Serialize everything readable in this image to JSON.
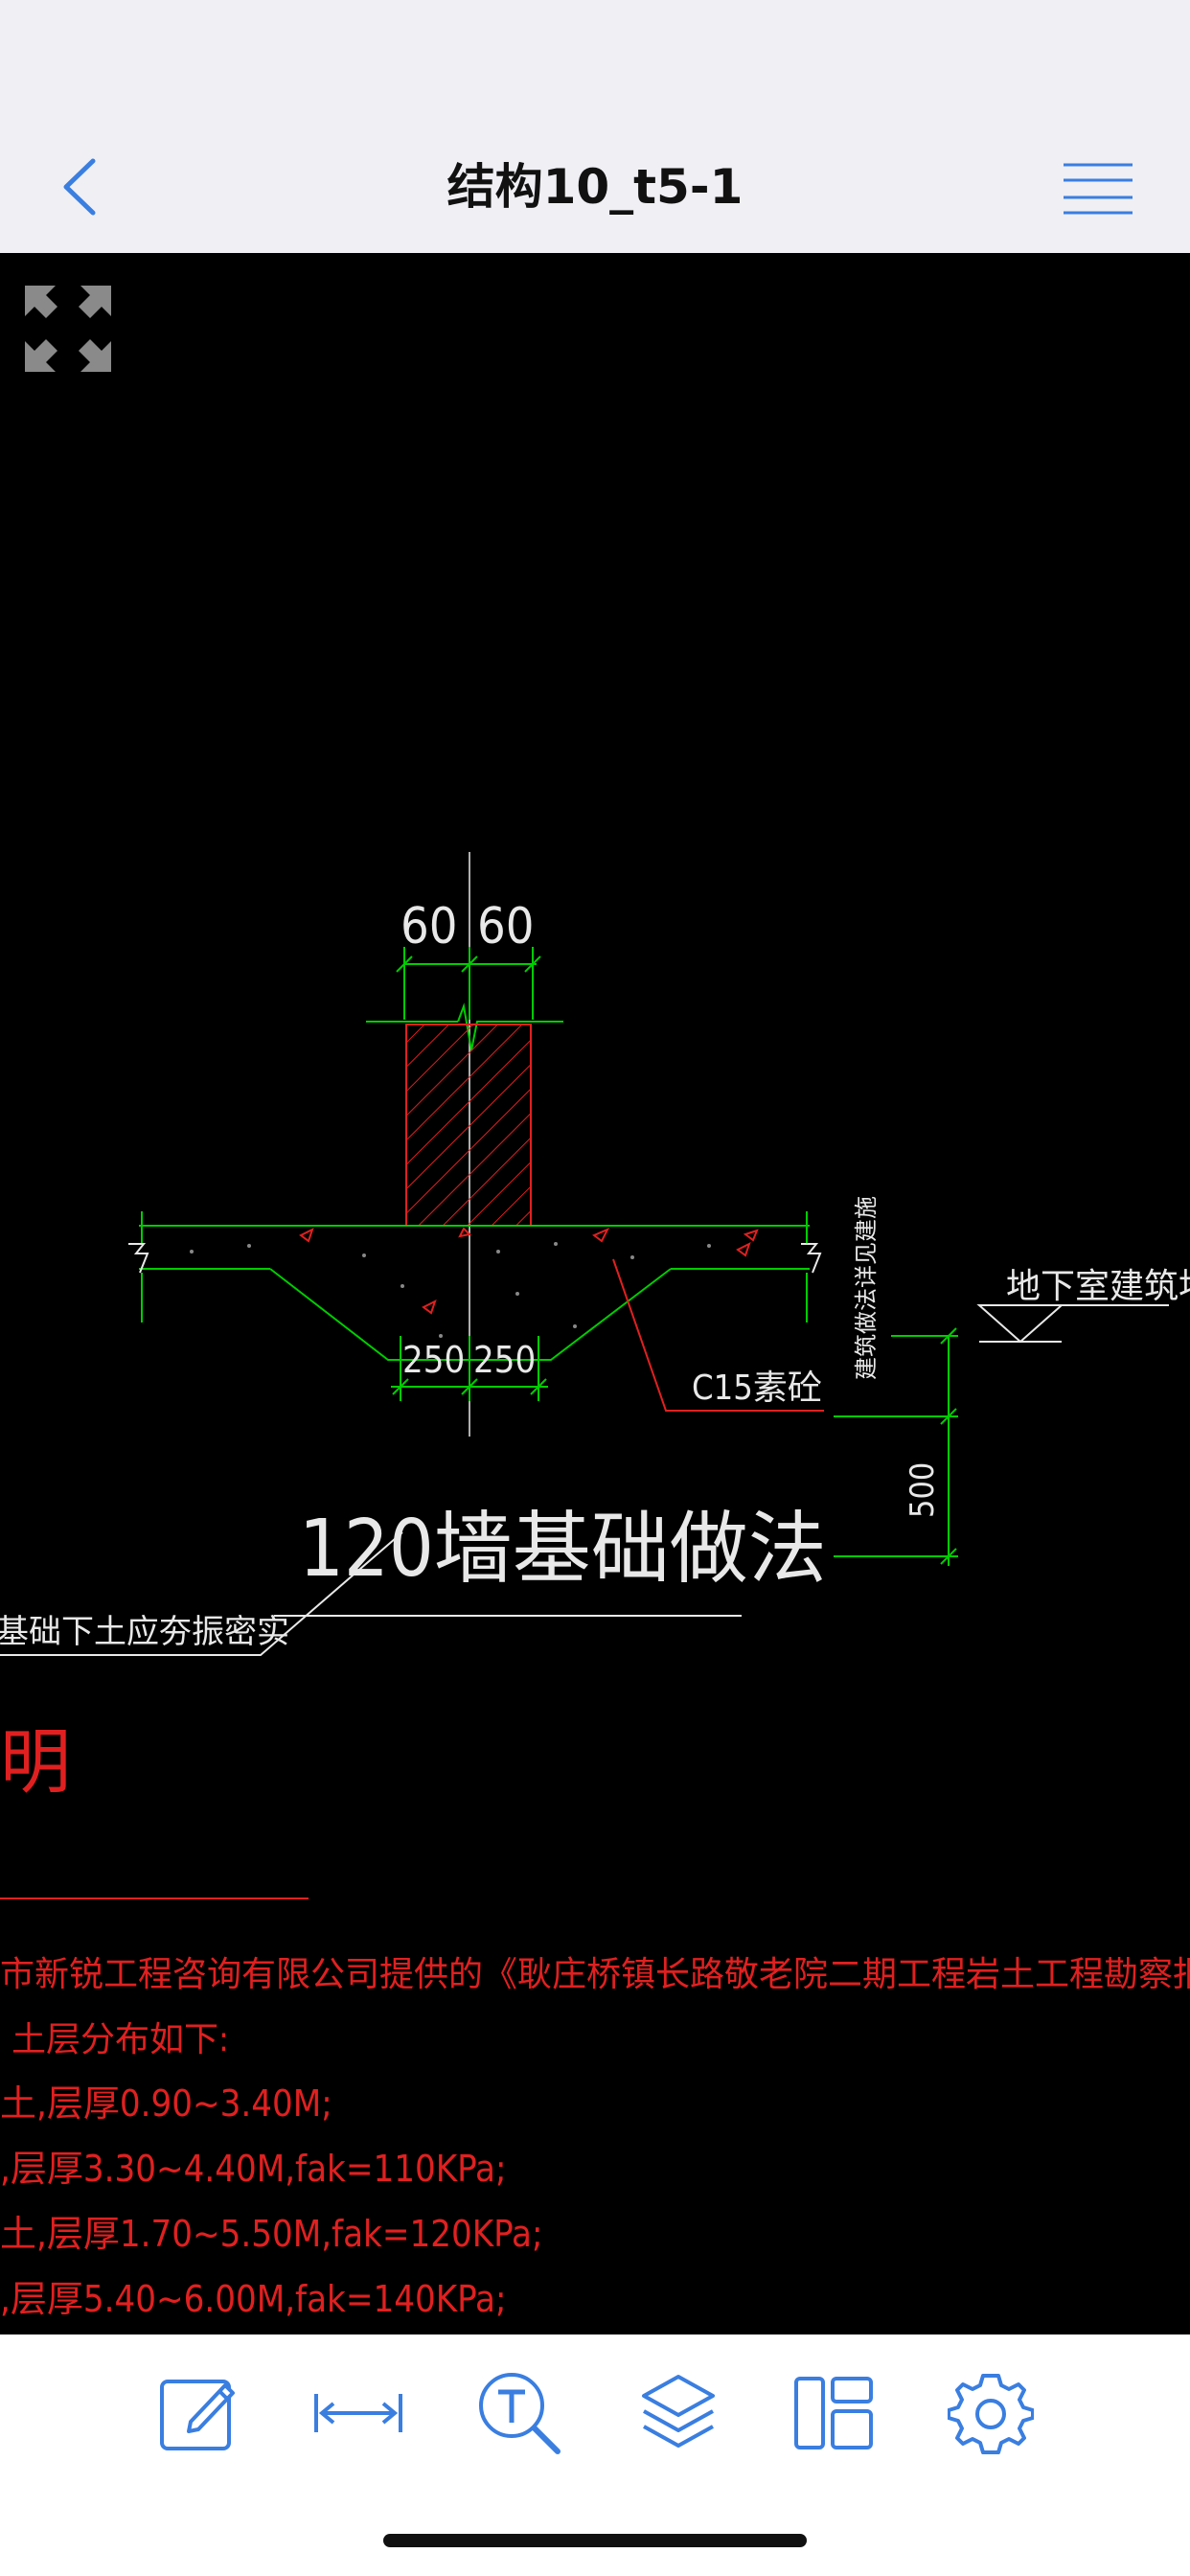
{
  "header": {
    "title": "结构10_t5-1",
    "back_icon": "chevron-left-icon",
    "menu_icon": "hamburger-menu-icon"
  },
  "drawing": {
    "dim_top_left": "60",
    "dim_top_right": "60",
    "dim_bottom_left": "250",
    "dim_bottom_right": "250",
    "dim_height": "500",
    "label_basement_floor": "地下室建筑地面",
    "label_floor_finish": "建筑做法详见建施",
    "label_soil": "基础下土应夯振密实",
    "label_concrete": "C15素砼",
    "title": "120墙基础做法",
    "notes_heading": "明",
    "notes": [
      "市新锐工程咨询有限公司提供的《耿庄桥镇长路敬老院二期工程岩土工程勘察报告》的描述",
      "土层分布如下:",
      "土,层厚0.90~3.40M;",
      ",层厚3.30~4.40M,fak=110KPa;",
      "土,层厚1.70~5.50M,fak=120KPa;",
      ",层厚5.40~6.00M,fak=140KPa;"
    ]
  },
  "colors": {
    "accent": "#3a7ee0",
    "cad_green": "#00cc00",
    "cad_red": "#e02020",
    "cad_white": "#e8e8e8",
    "background": "#000000"
  },
  "toolbar": {
    "items": [
      "pencil-edit-icon",
      "measure-icon",
      "text-search-icon",
      "layers-icon",
      "layout-icon",
      "settings-gear-icon"
    ]
  }
}
